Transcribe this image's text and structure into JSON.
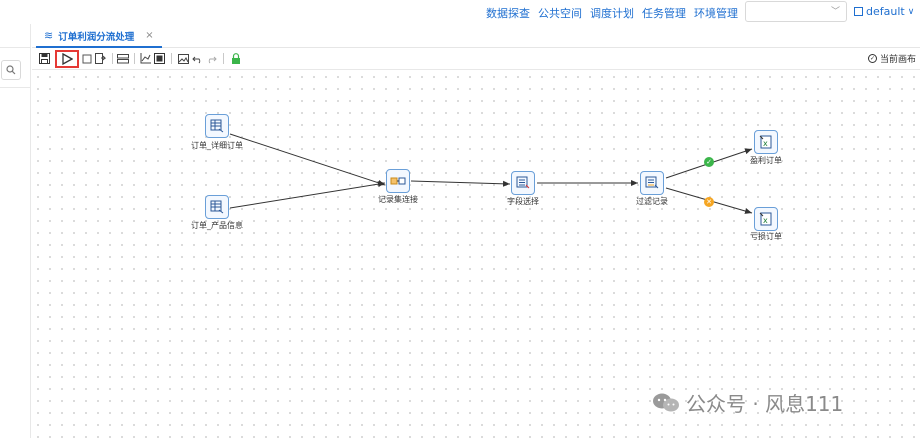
{
  "topnav": {
    "links": [
      "数据探查",
      "公共空间",
      "调度计划",
      "任务管理",
      "环境管理"
    ],
    "workspace_select_value": "",
    "workspace_name": "default"
  },
  "tab": {
    "title": "订单利润分流处理",
    "close": "×"
  },
  "toolbar": {
    "current_canvas_label": "当前画布"
  },
  "canvas": {
    "nodes": [
      {
        "id": "n1",
        "label": "订单_详细订单",
        "icon": "table-input-icon"
      },
      {
        "id": "n2",
        "label": "订单_产品信息",
        "icon": "table-input-icon"
      },
      {
        "id": "n3",
        "label": "记录集连接",
        "icon": "join-icon"
      },
      {
        "id": "n4",
        "label": "字段选择",
        "icon": "select-values-icon"
      },
      {
        "id": "n5",
        "label": "过滤记录",
        "icon": "filter-icon"
      },
      {
        "id": "n6",
        "label": "盈利订单",
        "icon": "excel-output-icon"
      },
      {
        "id": "n7",
        "label": "亏损订单",
        "icon": "excel-output-icon"
      }
    ],
    "hops": [
      {
        "from": "n1",
        "to": "n3",
        "status": ""
      },
      {
        "from": "n2",
        "to": "n3",
        "status": ""
      },
      {
        "from": "n3",
        "to": "n4",
        "status": ""
      },
      {
        "from": "n4",
        "to": "n5",
        "status": ""
      },
      {
        "from": "n5",
        "to": "n6",
        "status": "true"
      },
      {
        "from": "n5",
        "to": "n7",
        "status": "false"
      }
    ]
  },
  "watermark": "公众号 · 风息111",
  "colors": {
    "link": "#1f6fd0",
    "run_highlight": "#e53935",
    "hop_true": "#3bb54a",
    "hop_false": "#f5a623"
  }
}
